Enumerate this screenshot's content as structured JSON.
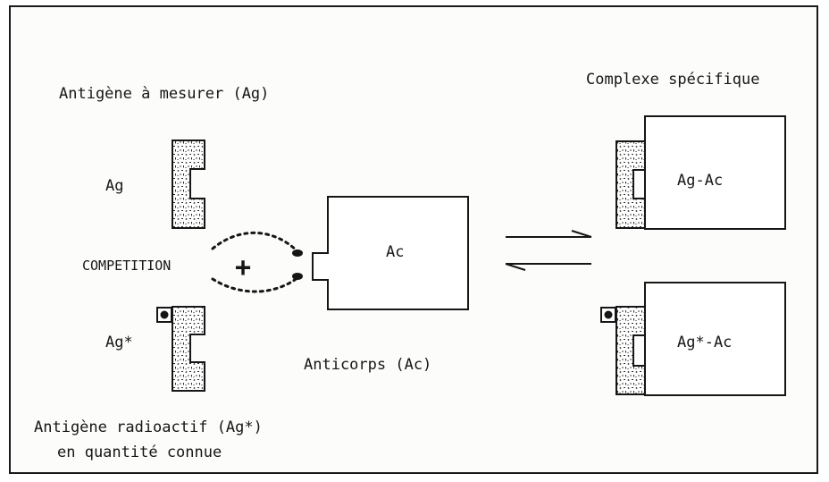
{
  "labels": {
    "antigen_to_measure": "Antigène à mesurer (Ag)",
    "ag": "Ag",
    "competition": "COMPETITION",
    "plus": "+",
    "ag_star": "Ag*",
    "radioactive_line1": "Antigène radioactif (Ag*)",
    "radioactive_line2": "en quantité connue",
    "ac": "Ac",
    "antibody": "Anticorps (Ac)",
    "specific_complex": "Complexe spécifique",
    "complex_ag_ac": "Ag-Ac",
    "complex_agstar_ac": "Ag*-Ac"
  },
  "colors": {
    "ink": "#161616",
    "paper": "#fcfcfa",
    "stipple": "#2a2a2a"
  }
}
